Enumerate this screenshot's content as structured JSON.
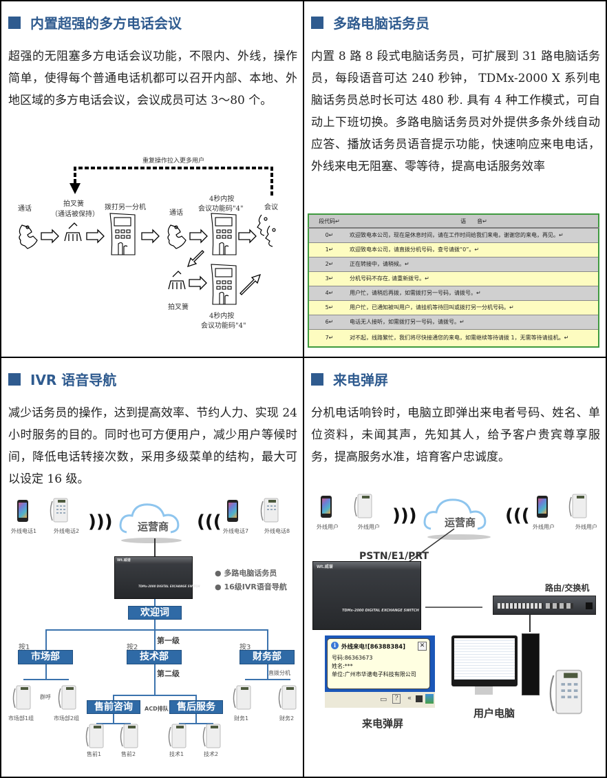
{
  "sections": {
    "conference": {
      "title": "内置超强的多方电话会议",
      "body": "超强的无阻塞多方电话会议功能，不限内、外线，操作简单，使得每个普通电话机都可以召开内部、本地、外地区域的多方电话会议，会议成员可达 3～80 个。",
      "diagram": {
        "repeat_label": "重复操作拉入更多用户",
        "step1": "通话",
        "step2_line1": "拍叉簧",
        "step2_line2": "（通话被保持）",
        "step3": "拨打另一分机",
        "step4": "通话",
        "step5_line1": "4秒内按",
        "step5_line2": "会议功能码\"4\"",
        "step6": "会议",
        "alt_step1": "拍叉簧",
        "alt_step2_line1": "4秒内按",
        "alt_step2_line2": "会议功能码\"4\""
      }
    },
    "attendant": {
      "title": "多路电脑话务员",
      "body": "内置 8 路 8 段式电脑话务员，可扩展到 31 路电脑话务员，每段语音可达 240 秒钟， TDMx-2000 X 系列电脑话务员总时长可达 480 秒. 具有 4 种工作模式，可自动上下班切换。多路电脑话务员对外提供多条外线自动应答、播放话务员语音提示功能，快速响应来电电话，外线来电无阻塞、零等待，提高电话服务效率",
      "table": {
        "headers": [
          "段代码↵",
          "语　　音↵"
        ],
        "rows": [
          {
            "code": "0↵",
            "text": "欢迎致电本公司，现在是休息时间，请在工作时间给我们来电，谢谢您的来电，再见。↵"
          },
          {
            "code": "1↵",
            "text": "欢迎致电本公司，请直拨分机号码，查号请拨“0”。↵"
          },
          {
            "code": "2↵",
            "text": "正在转接中，请稍候。↵"
          },
          {
            "code": "3↵",
            "text": "分机号码不存在, 请重新拨号。↵"
          },
          {
            "code": "4↵",
            "text": "用户忙，请稍后再拨，如需拨打另一号码，请拨号。↵"
          },
          {
            "code": "5↵",
            "text": "用户忙，已通知被叫用户，请挂机等待回叫或拨打另一分机号码。↵"
          },
          {
            "code": "6↵",
            "text": "电话无人接听，如需拨打另一号码，请拨号。↵"
          },
          {
            "code": "7↵",
            "text": "对不起，线路繁忙，我们将尽快接通您的来电，如需继续等待请拨 1，无需等待请挂机。↵"
          }
        ]
      }
    },
    "ivr": {
      "title": "IVR 语音导航",
      "body": "减少话务员的操作，达到提高效率、节约人力、实现 24 小时服务的目的。同时也可方便用户，减少用户等候时间，降低电话转接次数，采用多级菜单的结构，最大可以设定 16 级。",
      "diagram": {
        "phones_left": [
          "外线电话1",
          "外线电话2"
        ],
        "phones_right": [
          "外线电话7",
          "外线电话8"
        ],
        "cloud": "运营商",
        "pbx_brand": "Wt.威谱",
        "pbx_model": "TDMx-2000 DIGITAL EXCHANGE SWITCH",
        "features": [
          "多路电脑话务员",
          "16级IVR语音导航"
        ],
        "welcome": "欢迎词",
        "level1": "第一级",
        "level2": "第二级",
        "branches": [
          {
            "key": "按1",
            "name": "市场部"
          },
          {
            "key": "按2",
            "name": "技术部"
          },
          {
            "key": "按3",
            "name": "财务部"
          }
        ],
        "sub_branches": [
          "售前咨询",
          "售后服务"
        ],
        "acd": "ACD排队",
        "group_call": "群呼",
        "direct_ext": "直拨分机",
        "endpoints": [
          "市场部1组",
          "市场部2组",
          "售前1",
          "售前2",
          "技术1",
          "技术2",
          "财务1",
          "财务2"
        ]
      }
    },
    "popup": {
      "title": "来电弹屏",
      "body": "分机电话响铃时，电脑立即弹出来电者号码、姓名、单位资料，未闻其声，先知其人，给予客户贵宾尊享服务，提高服务水准，培育客户忠诚度。",
      "diagram": {
        "users": [
          "外线用户",
          "外线用户",
          "外线用户",
          "外线用户"
        ],
        "cloud": "运营商",
        "link": "PSTN/E1/PRT",
        "router": "路由/交换机",
        "pbx_brand": "Wt.威谱",
        "pbx_model": "TDMx-2000 DIGITAL EXCHANGE SWITCH",
        "notify_title": "外线来电![86388384]",
        "notify_number": "号码:86363673",
        "notify_name": "姓名:***",
        "notify_company": "单位:广州市华谱电子科技有限公司",
        "caption_popup": "来电弹屏",
        "caption_pc": "用户电脑"
      }
    }
  }
}
